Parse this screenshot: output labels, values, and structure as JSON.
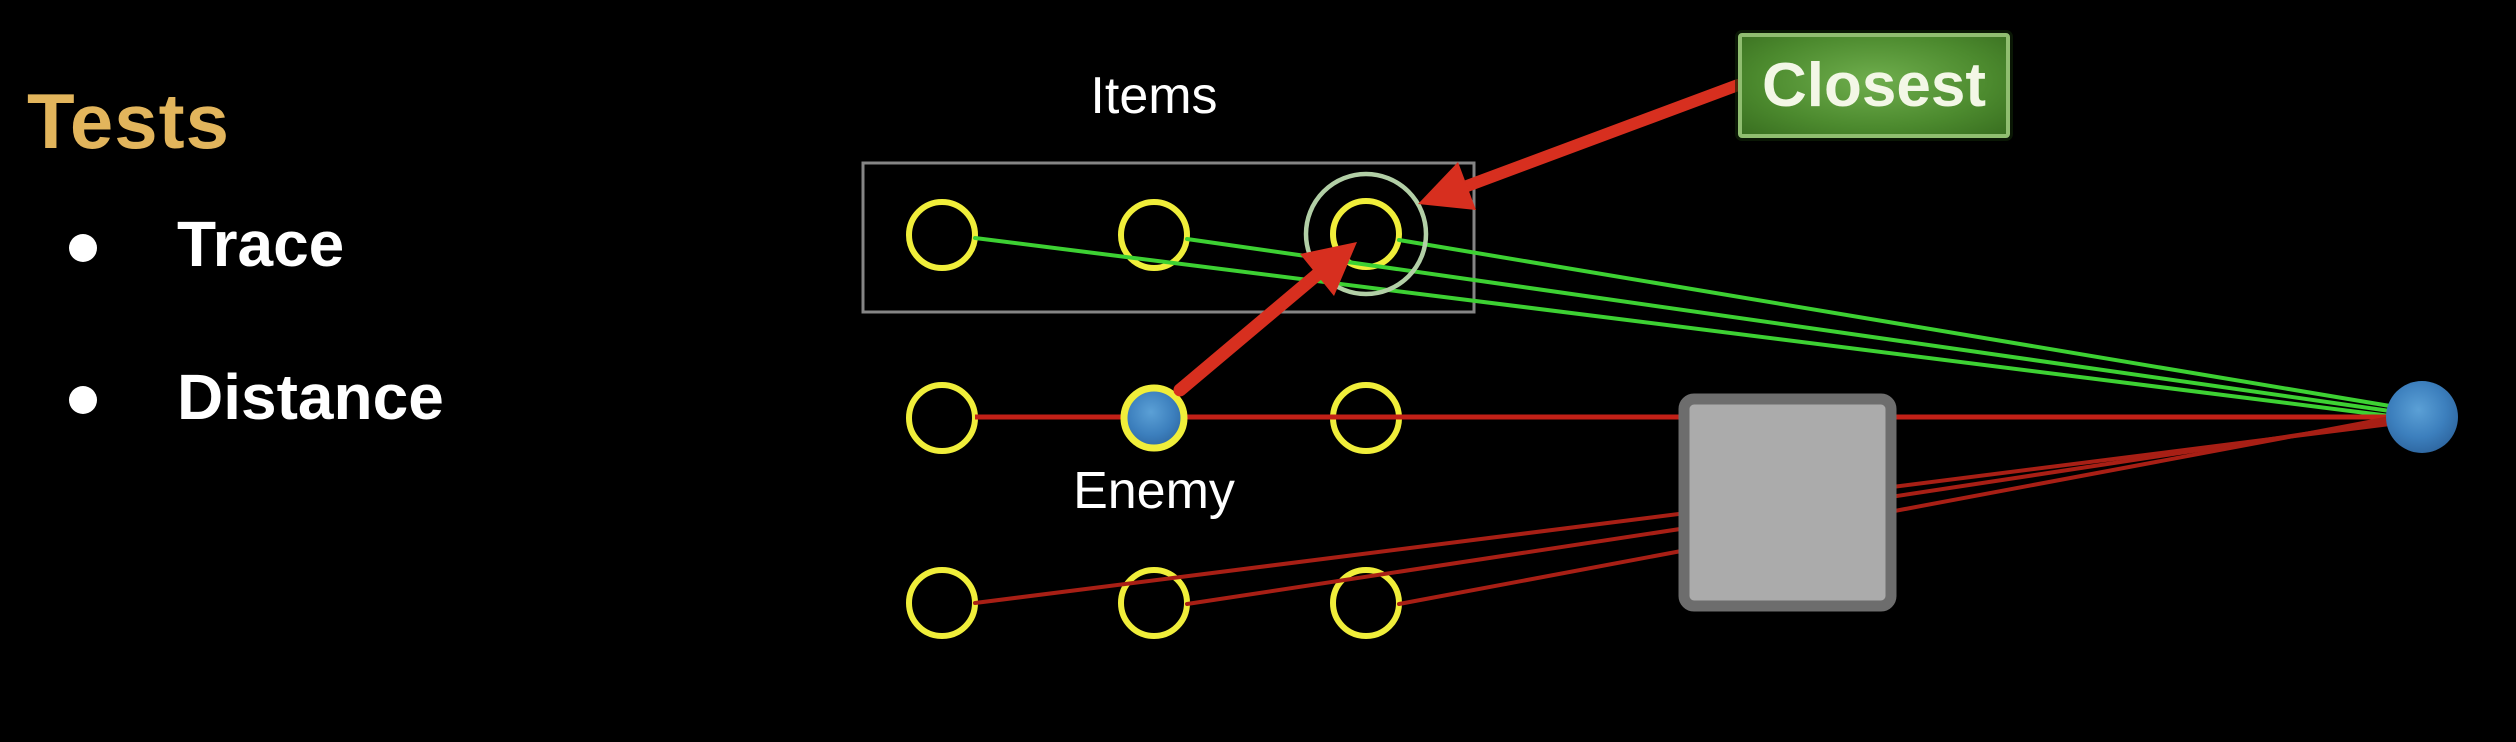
{
  "slide": {
    "title": "Tests",
    "bullets": [
      {
        "label": "Trace"
      },
      {
        "label": "Distance"
      }
    ],
    "diagram": {
      "items_label": "Items",
      "enemy_label": "Enemy",
      "closest_label": "Closest"
    },
    "colors": {
      "background": "#000000",
      "title_gold": "#e2b55c",
      "bullet_text": "#ffffff",
      "trace_line_green": "#3dd133",
      "distance_line_red": "#c22017",
      "distance_line_red_dark": "#a81f15",
      "arrow_red": "#d72f1f",
      "node_outline_yellow": "#f0ee3a",
      "enemy_player_blue": "#3c7fbd",
      "highlight_ring_green": "#b2cfa6",
      "obstacle_gray_fill": "#ababab",
      "obstacle_gray_border": "#6d6d6d",
      "items_box_gray": "#858585",
      "closest_box_green": "#4c8a2e",
      "closest_box_border": "#90be70",
      "closest_text": "#f3f7e6"
    }
  }
}
